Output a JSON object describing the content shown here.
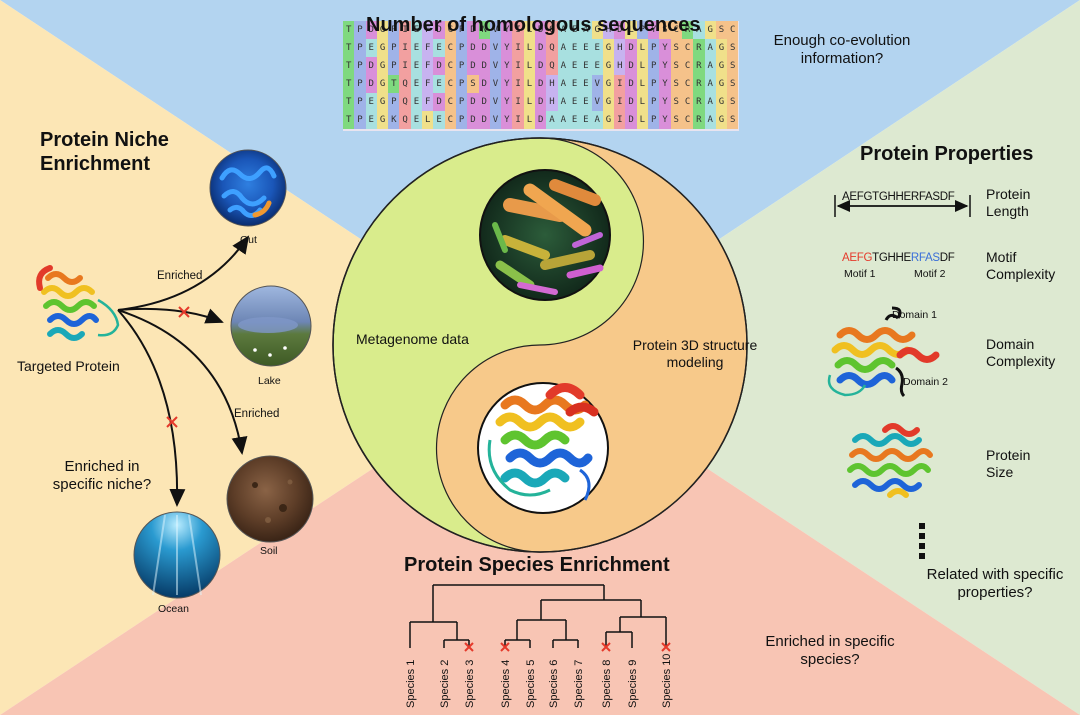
{
  "titles": {
    "homologous": "Number of homologous sequences",
    "niche": "Protein Niche Enrichment",
    "properties": "Protein Properties",
    "species": "Protein Species Enrichment"
  },
  "questions": {
    "coevolution": "Enough co-evolution information?",
    "niche": "Enriched in specific niche?",
    "properties": "Related with specific properties?",
    "species": "Enriched in specific species?"
  },
  "center": {
    "metagenome": "Metagenome data",
    "modeling": "Protein 3D structure modeling"
  },
  "niche": {
    "targeted_protein": "Targeted Protein",
    "enriched_label": "Enriched",
    "habitats": [
      "Gut",
      "Lake",
      "Soil",
      "Ocean"
    ]
  },
  "properties": {
    "sequence": "AEFGTGHHERFASDF",
    "length_label": "Protein Length",
    "motif_label": "Motif Complexity",
    "motif1": "Motif 1",
    "motif2": "Motif 2",
    "domain_label": "Domain Complexity",
    "domain1": "Domain 1",
    "domain2": "Domain 2",
    "size_label": "Protein Size"
  },
  "species": [
    "Species 1",
    "Species 2",
    "Species 3",
    "Species 4",
    "Species 5",
    "Species 6",
    "Species 7",
    "Species 8",
    "Species 9",
    "Species 10"
  ],
  "msa": [
    "TPDGPIEFDCPDNVYILDQAEAGHDLPYSCRAGSCSSCAG",
    "TPEGPIEFECPDDVYILDQAEEEGHDLPYSCRAGSCSSCAG",
    "TPDGPIEFDCPDDVYILDQAEEEGHDLPYSCRAGSCSSCAG",
    "TPDGTQEFECPSDVYILDHAEEVGIDLPYSCRAGSCSSCAG",
    "TPEGPQEFDCPDDVYILDHAEEVGIDLPYSCRAGSCSSCAG",
    "TPEGKQELECPDDVYILDAAEEAGIDLPYSCRAGSCSSCAG"
  ],
  "colors": {
    "top_bg": "#b3d4f0",
    "left_bg": "#fce6b5",
    "right_bg": "#dde9d1",
    "bottom_bg": "#f8c5b4",
    "yin": "#d9ec8c",
    "yang": "#f7c98a",
    "enrich_mark": "#e53a2b",
    "motif1": "#e53a2b",
    "motif2": "#3a6fd8"
  }
}
